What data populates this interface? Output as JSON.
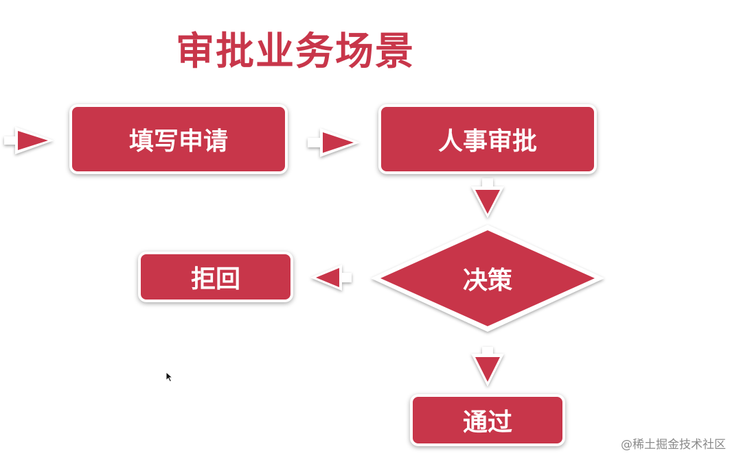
{
  "title": "审批业务场景",
  "nodes": {
    "fill_request": "填写申请",
    "hr_approval": "人事审批",
    "decision": "决策",
    "reject": "拒回",
    "pass": "通过"
  },
  "watermark": "@稀土掘金技术社区",
  "colors": {
    "accent": "#c8364a",
    "background": "#ffffff",
    "watermark": "#8a8a8a"
  }
}
